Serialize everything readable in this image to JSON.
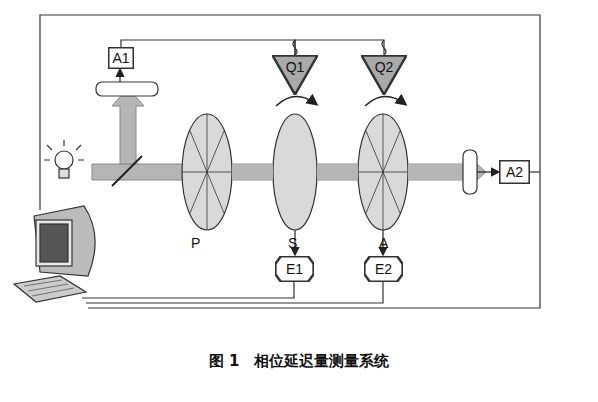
{
  "diagram": {
    "caption": "图 1　相位延迟量测量系统",
    "nodes": [
      {
        "text": [
          "A1"
        ]
      },
      {
        "text": [
          "Q1"
        ]
      },
      {
        "text": [
          "Q2"
        ]
      },
      {
        "text": [
          "E1"
        ]
      },
      {
        "text": [
          "E2"
        ]
      },
      {
        "text": [
          "A2"
        ]
      }
    ],
    "edges": [
      {
        "from": 0,
        "to": 1,
        "arrow": "none"
      },
      {
        "from": 1,
        "to": 2,
        "arrow": "none"
      }
    ],
    "labels": [
      "P",
      "S",
      "A"
    ]
  }
}
